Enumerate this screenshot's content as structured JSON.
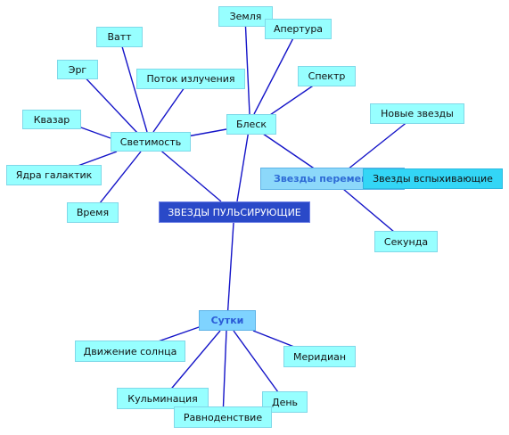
{
  "colors": {
    "edge": "#1414C8",
    "node_fill": "#97FFFF",
    "center_fill": "#2A49C8",
    "hub_fill": "#7FD3FF",
    "hub_text": "#2A5BD7"
  },
  "center": {
    "label": "ЗВЕЗДЫ ПУЛЬСИРУЮЩИЕ"
  },
  "hubs": {
    "svetimost": "Светимость",
    "blesk": "Блеск",
    "zvezdy_peremennye": "Звезды переменн",
    "sutki": "Сутки"
  },
  "nodes": {
    "vatt": "Ватт",
    "erg": "Эрг",
    "kvazar": "Квазар",
    "yadra": "Ядра галактик",
    "vremya": "Время",
    "potok": "Поток излучения",
    "zemlya": "Земля",
    "apertura": "Апертура",
    "spektr": "Спектр",
    "novye": "Новые звезды",
    "vspyhivayushchie": "Звезды вспыхивающие",
    "sekunda": "Секунда",
    "dvizhenie": "Движение солнца",
    "meridian": "Меридиан",
    "kulminaciya": "Кульминация",
    "den": "День",
    "ravnodenstvie": "Равноденствие"
  }
}
